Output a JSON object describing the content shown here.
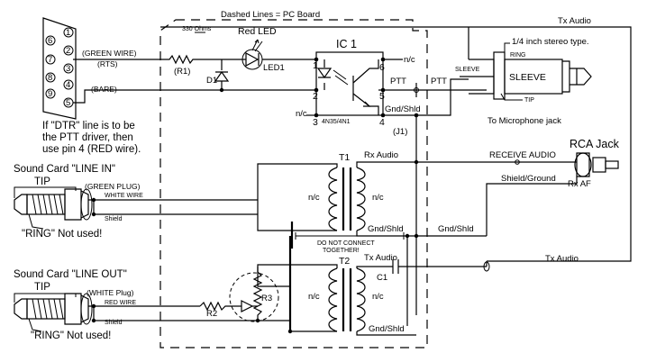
{
  "board_label": "Dashed Lines = PC Board",
  "db9": {
    "pins": [
      "6",
      "1",
      "7",
      "2",
      "8",
      "3",
      "9",
      "4",
      "5"
    ],
    "wire_green": "(GREEN WIRE)",
    "signal_rts": "(RTS)",
    "wire_bare": "(BARE)"
  },
  "dtr_note": [
    "If \"DTR\" line is to be",
    "the PTT driver, then",
    "use pin 4 (RED wire)."
  ],
  "parts": {
    "resistor_note": "330 Ohms",
    "r1": "(R1)",
    "d1": "D1",
    "red_led": "Red LED",
    "led1": "LED1",
    "ic1": "IC 1",
    "ic_part": "4N35/4N1",
    "pin_6": "6",
    "pin_1": "1",
    "pin_2": "2",
    "pin_5": "5",
    "pin_3": "3",
    "pin_4": "4",
    "nc_top": "n/c",
    "nc_left": "n/c",
    "j1": "(J1)",
    "t1": "T1",
    "t2": "T2",
    "nc_t1_left": "n/c",
    "nc_t1_right": "n/c",
    "nc_t2_left": "n/c",
    "nc_t2_right": "n/c",
    "r2": "R2",
    "r3": "R3",
    "c1": "C1"
  },
  "net_labels": {
    "ptt_ic": "PTT",
    "ptt_out": "PTT",
    "gnd_shld_ic": "Gnd/Shld",
    "rx_audio": "Rx Audio",
    "gnd_shld_t1": "Gnd/Shld",
    "gnd_shld_mid": "Gnd/Shld",
    "tx_audio_t2": "Tx Audio",
    "gnd_shld_t2": "Gnd/Shld",
    "tx_audio_top": "Tx Audio",
    "tx_audio_right": "Tx Audio",
    "do_not_connect": [
      "DO NOT CONNECT",
      "TOGETHER!"
    ]
  },
  "mic_jack": {
    "type_label": "1/4 inch stereo type.",
    "ring": "RING",
    "sleeve_small": "SLEEVE",
    "sleeve": "SLEEVE",
    "tip": "TIP",
    "caption": "To Microphone jack"
  },
  "rca": {
    "title": "RCA Jack",
    "receive_audio": "RECEIVE AUDIO",
    "shield_ground": "Shield/Ground",
    "rx_af": "Rx AF"
  },
  "line_in": {
    "title": "Sound Card \"LINE IN\"",
    "tip": "TIP",
    "plug": "(GREEN PLUG)",
    "white_wire": "WHITE WIRE",
    "shield": "Shield",
    "ring_note": "\"RING\" Not used!"
  },
  "line_out": {
    "title": "Sound Card \"LINE OUT\"",
    "tip": "TIP",
    "plug": "(WHITE Plug)",
    "red_wire": "RED WIRE",
    "shield": "Shield",
    "ring_note": "\"RING\" Not used!"
  }
}
